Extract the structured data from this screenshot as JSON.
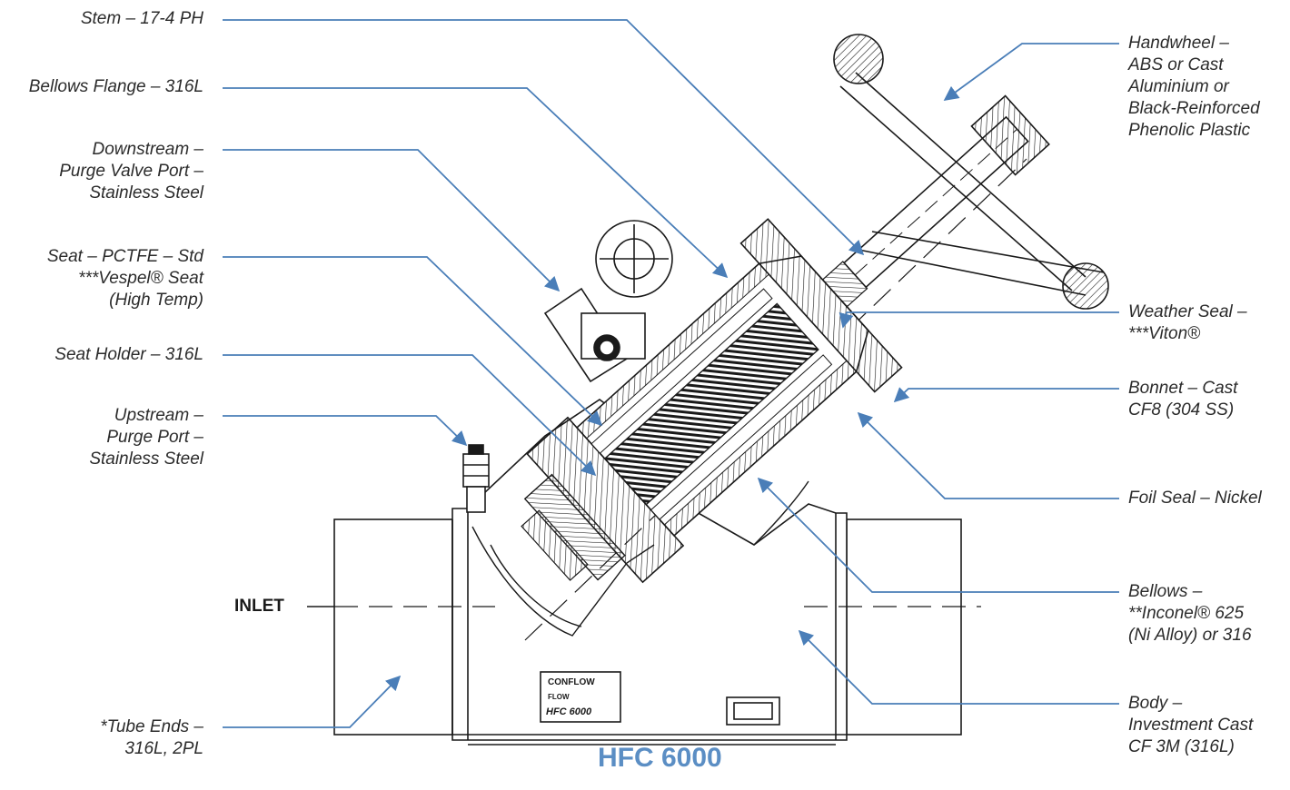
{
  "diagram": {
    "title": "HFC 6000",
    "inlet_label": "INLET",
    "nameplate": {
      "brand": "CONFLOW",
      "flow": "FLOW",
      "model": "HFC 6000"
    },
    "leader_color": "#4a7eb8",
    "drawing_color": "#1a1a1a",
    "title_color": "#5b8ec4",
    "callouts_left": [
      {
        "id": "stem",
        "text": "Stem – 17-4 PH"
      },
      {
        "id": "bellows-flange",
        "text": "Bellows Flange – 316L"
      },
      {
        "id": "downstream-port",
        "text": "Downstream –\nPurge Valve Port –\nStainless Steel"
      },
      {
        "id": "seat",
        "text": "Seat – PCTFE – Std\n***Vespel® Seat\n(High Temp)"
      },
      {
        "id": "seat-holder",
        "text": "Seat Holder – 316L"
      },
      {
        "id": "upstream-port",
        "text": "Upstream –\nPurge Port –\nStainless Steel"
      },
      {
        "id": "tube-ends",
        "text": "*Tube Ends –\n316L, 2PL"
      }
    ],
    "callouts_right": [
      {
        "id": "handwheel",
        "text": "Handwheel –\nABS or Cast\nAluminium or\nBlack-Reinforced\nPhenolic Plastic"
      },
      {
        "id": "weather-seal",
        "text": "Weather Seal –\n***Viton®"
      },
      {
        "id": "bonnet",
        "text": "Bonnet – Cast\nCF8 (304 SS)"
      },
      {
        "id": "foil-seal",
        "text": "Foil Seal – Nickel"
      },
      {
        "id": "bellows",
        "text": "Bellows –\n**Inconel® 625\n(Ni Alloy) or 316"
      },
      {
        "id": "body",
        "text": "Body –\nInvestment Cast\nCF 3M (316L)"
      }
    ]
  }
}
